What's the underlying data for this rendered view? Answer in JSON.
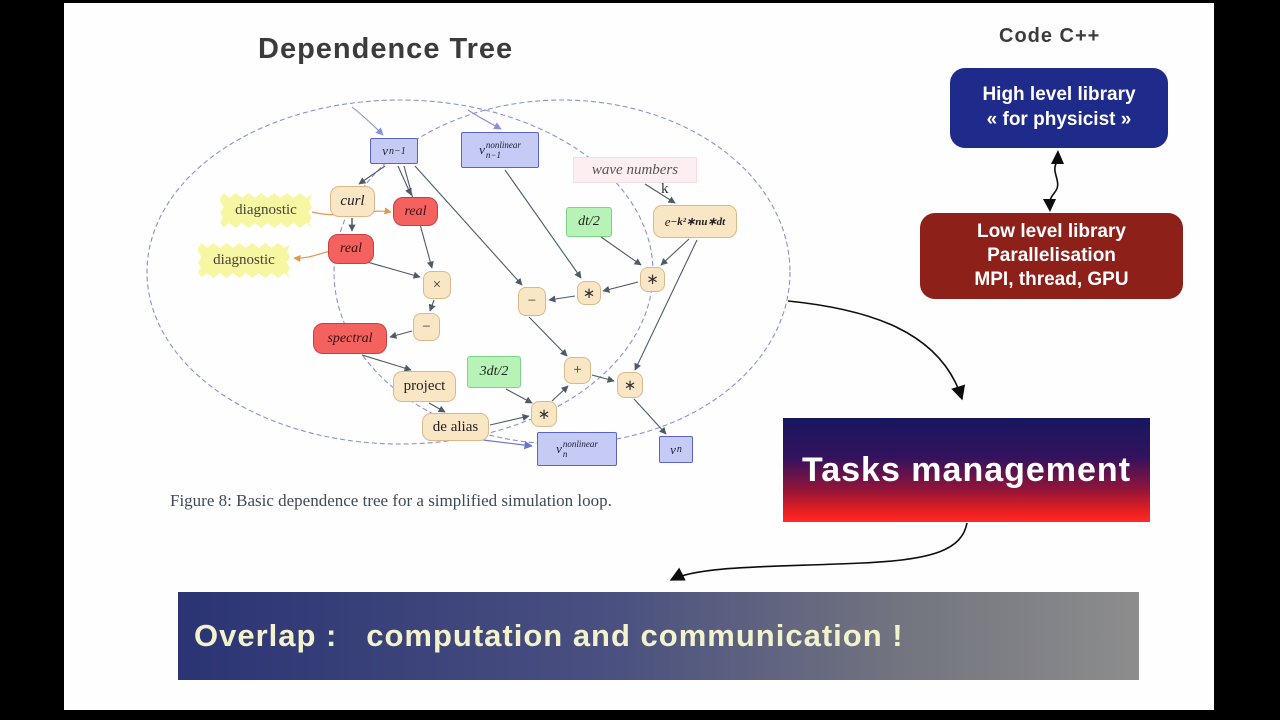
{
  "header": {
    "title": "Dependence Tree",
    "code_label": "Code C++"
  },
  "right_panel": {
    "high_level": {
      "line1": "High level library",
      "line2": "«  for physicist »",
      "bg": "#1f2b8a"
    },
    "low_level": {
      "line1": "Low level library",
      "line2": "Parallelisation",
      "line3": "MPI, thread, GPU",
      "bg": "#8e201a"
    },
    "tasks_label": "Tasks management",
    "tasks_gradient": [
      "#17175e",
      "#ff2a2a"
    ]
  },
  "banner": {
    "text": "Overlap :   computation and communication !",
    "text_color": "#f2f2cc",
    "bg_left": "#2b3474",
    "bg_right": "#8d8d8d"
  },
  "figure": {
    "caption": "Figure 8: Basic dependence tree for a simplified simulation loop."
  },
  "diagram": {
    "loop_color": "#8a90d4",
    "edge_color": "#4d5a68",
    "node_colors": {
      "variable": "#c5cbf4",
      "operator": "#f9e6c5",
      "real": "#f4625f",
      "timestep": "#b7f3b7",
      "diagnostic": "#f7f7a3",
      "wave": "#fceef1"
    },
    "nodes": {
      "vprev": {
        "base": "v",
        "sub": "n−1"
      },
      "vprev_nl": {
        "base": "v",
        "sub": "n−1",
        "sup": "nonlinear"
      },
      "vn_nl": {
        "base": "v",
        "sub": "n",
        "sup": "nonlinear"
      },
      "vn": {
        "base": "v",
        "sub": "n"
      },
      "curl": "curl",
      "real1": "real",
      "real2": "real",
      "diagnostic1": "diagnostic",
      "diagnostic2": "diagnostic",
      "spectral": "spectral",
      "project": "project",
      "dealias": "de alias",
      "wave_numbers": "wave numbers",
      "k_label": "k",
      "dt2": "dt/2",
      "dt32": "3dt/2",
      "exp": {
        "base": "e",
        "sup": "−k²∗nu∗dt"
      },
      "times": "×",
      "minus1": "−",
      "minus2": "−",
      "star1": "∗",
      "star2": "∗",
      "star3": "∗",
      "star4": "∗",
      "plus": "+"
    }
  }
}
